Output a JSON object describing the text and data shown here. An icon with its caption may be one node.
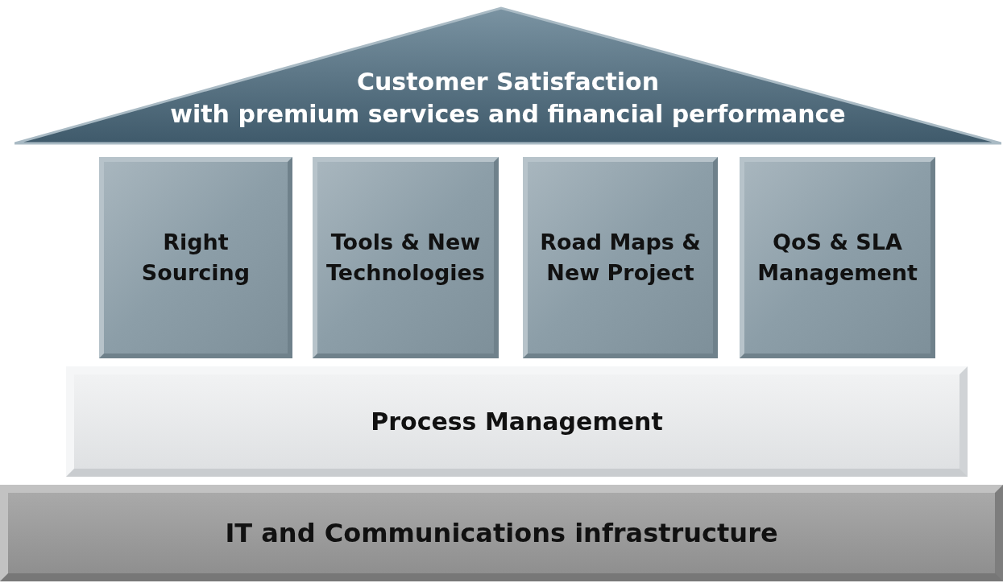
{
  "diagram": {
    "nodes": [
      {
        "text": [
          "Customer Satisfaction",
          "with premium services and financial performance"
        ]
      },
      {
        "text": [
          "Right Sourcing"
        ]
      },
      {
        "text": [
          "Tools & New Technologies"
        ]
      },
      {
        "text": [
          "Road Maps & New Project"
        ]
      },
      {
        "text": [
          "QoS & SLA Management"
        ]
      },
      {
        "text": [
          "Process Management"
        ]
      },
      {
        "text": [
          "IT and Communications infrastructure"
        ]
      }
    ]
  }
}
